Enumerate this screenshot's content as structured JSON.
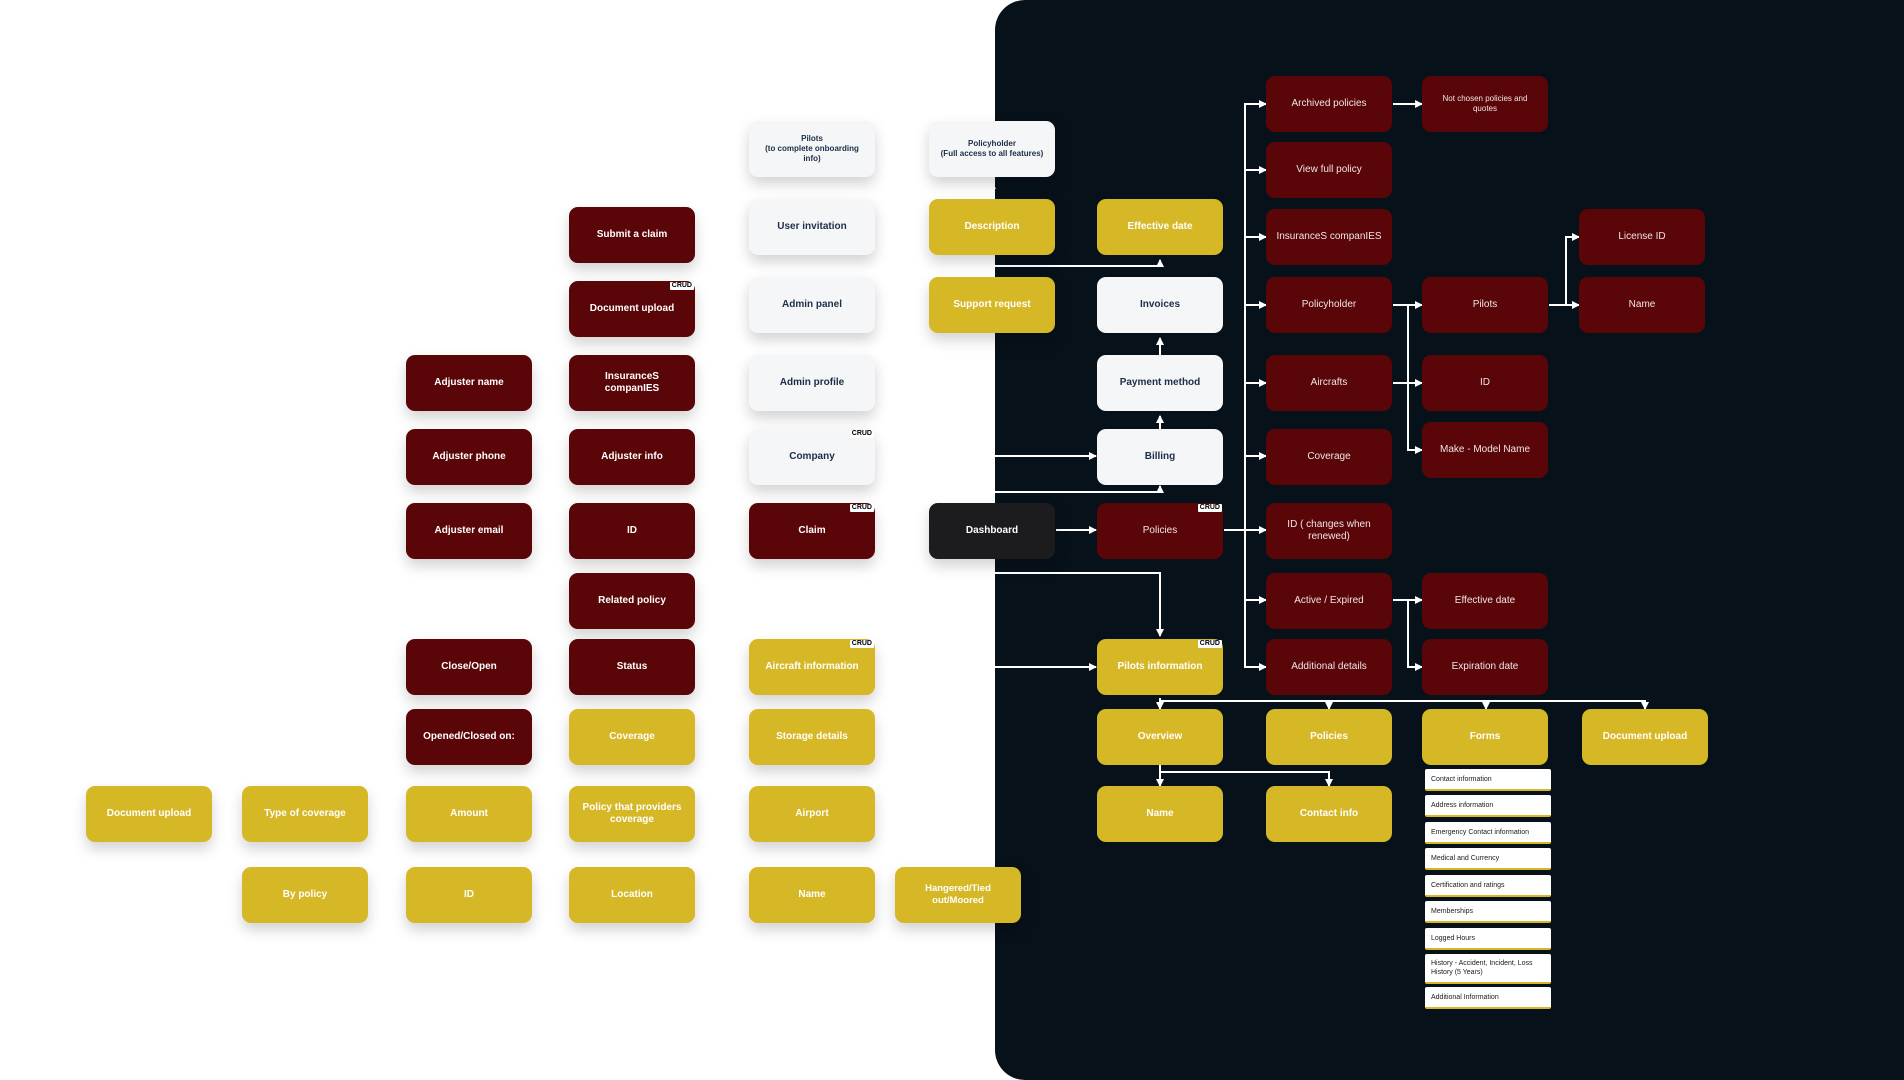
{
  "colors": {
    "dark_background": "#07111a",
    "red_node": "#5a0508",
    "yellow_node": "#d6b827",
    "white_node": "#f5f6f7",
    "black_node": "#1c1c1e",
    "edge": "#ffffff"
  },
  "crud_label": "CRUD",
  "nodes": {
    "pilots_invite": "Pilots\n(to complete onboarding info)",
    "policyholder_access": "Policyholder\n(Full access to all features)",
    "user_invitation": "User invitation",
    "admin_panel": "Admin panel",
    "admin_profile": "Admin profile",
    "company": "Company",
    "claim": "Claim",
    "dashboard": "Dashboard",
    "description": "Description",
    "support_request": "Support request",
    "effective_date_top": "Effective date",
    "invoices": "Invoices",
    "payment_method": "Payment method",
    "billing": "Billing",
    "policies_center": "Policies",
    "submit_claim": "Submit a claim",
    "document_upload_claim": "Document upload",
    "insurance_companies_claim": "InsuranceS companIES",
    "adjuster_info": "Adjuster info",
    "claim_id": "ID",
    "related_policy": "Related policy",
    "status": "Status",
    "adjuster_name": "Adjuster name",
    "adjuster_phone": "Adjuster phone",
    "adjuster_email": "Adjuster email",
    "close_open": "Close/Open",
    "opened_closed_on": "Opened/Closed on:",
    "aircraft_information": "Aircraft information",
    "pilots_information": "Pilots information",
    "coverage": "Coverage",
    "storage_details": "Storage details",
    "document_upload_cov": "Document upload",
    "type_of_coverage": "Type of coverage",
    "amount": "Amount",
    "policy_providers_coverage": "Policy that providers\ncoverage",
    "airport": "Airport",
    "by_policy": "By policy",
    "airport_id": "ID",
    "location": "Location",
    "airport_name": "Name",
    "hangered": "Hangered/Tied out/Moored",
    "archived_policies": "Archived policies",
    "not_chosen": "Not chosen policies and\nquotes",
    "view_full_policy": "View full policy",
    "insurance_companies_pol": "InsuranceS companIES",
    "policyholder": "Policyholder",
    "aircrafts": "Aircrafts",
    "coverage_pol": "Coverage",
    "id_changes": "ID ( changes when renewed)",
    "active_expired": "Active / Expired",
    "additional_details": "Additional details",
    "pilots_pol": "Pilots",
    "aircraft_id": "ID",
    "make_model": "Make - Model Name",
    "license_id": "License ID",
    "pilot_name": "Name",
    "effective_date_pol": "Effective date",
    "expiration_date": "Expiration date",
    "overview": "Overview",
    "policies_pilot": "Policies",
    "forms": "Forms",
    "document_upload_pilot": "Document upload",
    "overview_name": "Name",
    "contact_info": "Contact info"
  },
  "forms_list": [
    "Contact information",
    "Address information",
    "Emergency Contact information",
    "Medical and Currency",
    "Certification and ratings",
    "Memberships",
    "Logged Hours",
    "History - Accident, Incident, Loss History (5 Years)",
    "Additional Information"
  ]
}
